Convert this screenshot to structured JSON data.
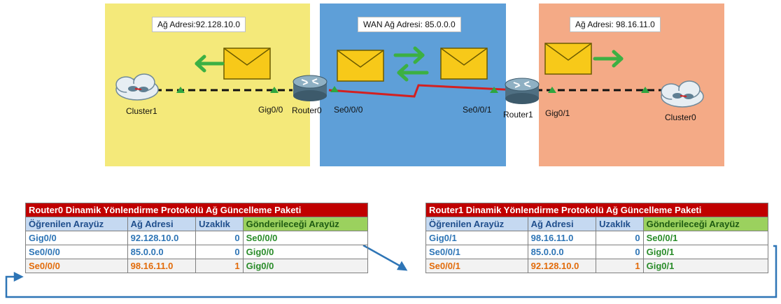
{
  "topology": {
    "left_network_label": "Ağ Adresi:92.128.10.0",
    "wan_network_label": "WAN Ağ Adresi: 85.0.0.0",
    "right_network_label": "Ağ Adresi: 98.16.11.0",
    "cluster_left_label": "Cluster1",
    "cluster_right_label": "Cluster0",
    "router_left_label": "Router0",
    "router_right_label": "Router1",
    "port_r0_lan": "Gig0/0",
    "port_r0_wan": "Se0/0/0",
    "port_r1_wan": "Se0/0/1",
    "port_r1_lan": "Gig0/1"
  },
  "colors": {
    "lan_left_zone": "#f4e97a",
    "wan_zone": "#5e9fd8",
    "lan_right_zone": "#f4aa86",
    "packet_arrow": "#3cb043",
    "serial_link": "#d32020",
    "flow_arrow": "#2e75b6",
    "table_title": "#c00000"
  },
  "tables": [
    {
      "title": "Router0 Dinamik Yönlendirme Protokolü Ağ Güncelleme Paketi",
      "headers": [
        "Öğrenilen Arayüz",
        "Ağ Adresi",
        "Uzaklık",
        "Gönderileceği Arayüz"
      ],
      "rows": [
        [
          "Gig0/0",
          "92.128.10.0",
          "0",
          "Se0/0/0"
        ],
        [
          "Se0/0/0",
          "85.0.0.0",
          "0",
          "Gig0/0"
        ],
        [
          "Se0/0/0",
          "98.16.11.0",
          "1",
          "Gig0/0"
        ]
      ]
    },
    {
      "title": "Router1 Dinamik Yönlendirme Protokolü Ağ Güncelleme Paketi",
      "headers": [
        "Öğrenilen Arayüz",
        "Ağ Adresi",
        "Uzaklık",
        "Gönderileceği Arayüz"
      ],
      "rows": [
        [
          "Gig0/1",
          "98.16.11.0",
          "0",
          "Se0/0/1"
        ],
        [
          "Se0/0/1",
          "85.0.0.0",
          "0",
          "Gig0/1"
        ],
        [
          "Se0/0/1",
          "92.128.10.0",
          "1",
          "Gig0/1"
        ]
      ]
    }
  ]
}
